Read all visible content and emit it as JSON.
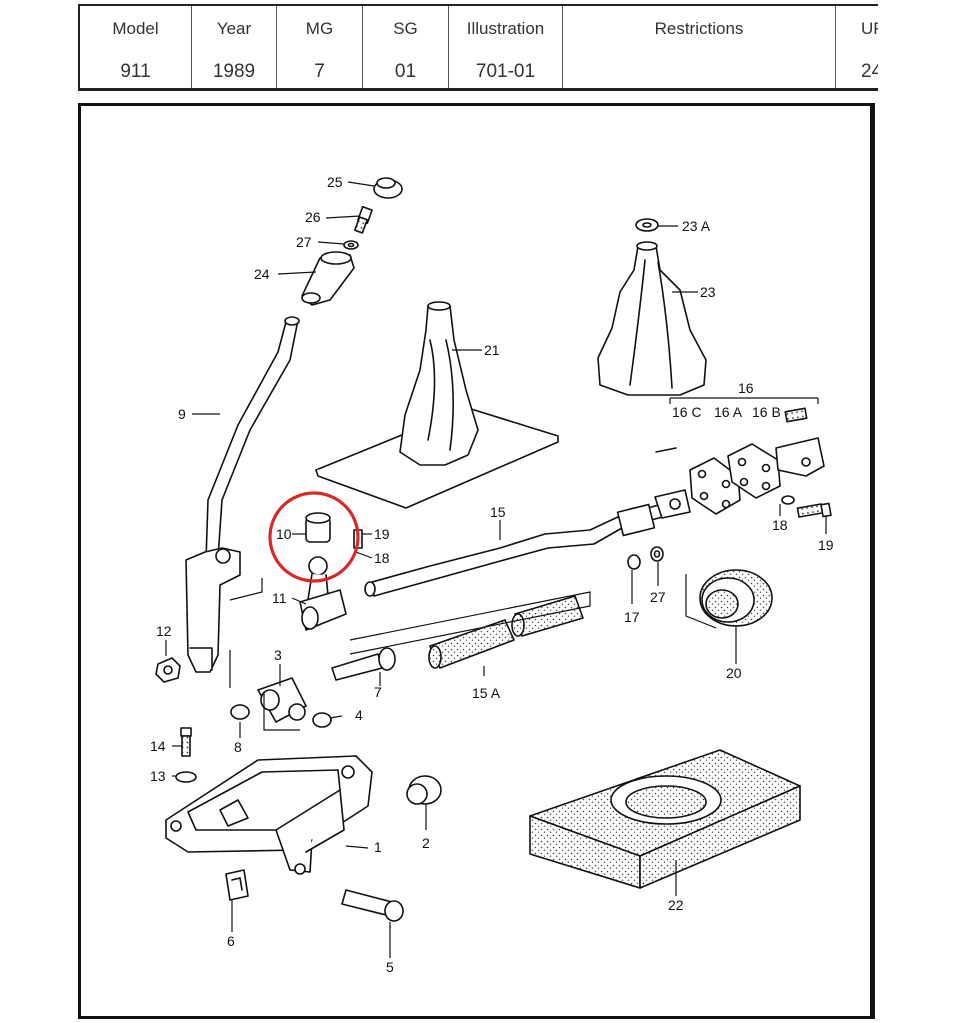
{
  "header": {
    "columns": [
      {
        "key": "model",
        "label": "Model",
        "value": "911"
      },
      {
        "key": "year",
        "label": "Year",
        "value": "1989"
      },
      {
        "key": "mg",
        "label": "MG",
        "value": "7"
      },
      {
        "key": "sg",
        "label": "SG",
        "value": "01"
      },
      {
        "key": "illustration",
        "label": "Illustration",
        "value": "701-01"
      },
      {
        "key": "restrictions",
        "label": "Restrictions",
        "value": ""
      },
      {
        "key": "up",
        "label": "UP",
        "value": "24"
      }
    ]
  },
  "diagram": {
    "highlight_color": "#d42a2a",
    "callouts": [
      "1",
      "2",
      "3",
      "4",
      "5",
      "6",
      "7",
      "8",
      "9",
      "10",
      "11",
      "12",
      "13",
      "14",
      "15",
      "15 A",
      "16",
      "16 A",
      "16 B",
      "16 C",
      "17",
      "18",
      "19",
      "20",
      "21",
      "22",
      "23",
      "23 A",
      "24",
      "25",
      "26",
      "27"
    ]
  }
}
